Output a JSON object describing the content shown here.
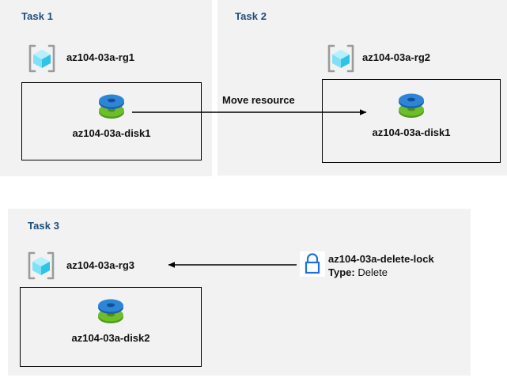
{
  "diagram": {
    "background": "#ffffff",
    "panel_color": "#f2f2f2",
    "title_color": "#1f4e79",
    "line_color": "#000000",
    "lock_color": "#1f6fe0"
  },
  "tasks": [
    {
      "title": "Task 1",
      "resource_group": "az104-03a-rg1",
      "resource_group_icon": "resource-group-icon",
      "disk": "az104-03a-disk1",
      "disk_icon": "disk-icon"
    },
    {
      "title": "Task 2",
      "resource_group": "az104-03a-rg2",
      "resource_group_icon": "resource-group-icon",
      "disk": "az104-03a-disk1",
      "disk_icon": "disk-icon"
    },
    {
      "title": "Task 3",
      "resource_group": "az104-03a-rg3",
      "resource_group_icon": "resource-group-icon",
      "disk": "az104-03a-disk2",
      "disk_icon": "disk-icon"
    }
  ],
  "arrows": {
    "move_resource": {
      "label": "Move resource",
      "direction": "right",
      "from": "az104-03a-disk1 in Task 1",
      "to": "az104-03a-disk1 in Task 2"
    },
    "lock_applies": {
      "label": "",
      "direction": "left",
      "from": "az104-03a-delete-lock",
      "to": "az104-03a-rg3"
    }
  },
  "lock": {
    "icon": "lock-icon",
    "name": "az104-03a-delete-lock",
    "type_label": "Type:",
    "type_value": "Delete"
  }
}
